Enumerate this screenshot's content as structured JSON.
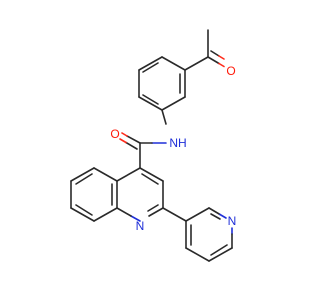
{
  "molecule": {
    "atom_labels": {
      "carbonyl_oxygen_ketone": "O",
      "carbonyl_oxygen_amide": "O",
      "amide_nitrogen": "NH",
      "quinoline_nitrogen": "N",
      "pyridine_nitrogen": "N"
    },
    "colors": {
      "bond": "#2a2a2a",
      "oxygen": "#ff1a0a",
      "nitrogen": "#1f2fd8",
      "background": "#ffffff"
    }
  }
}
